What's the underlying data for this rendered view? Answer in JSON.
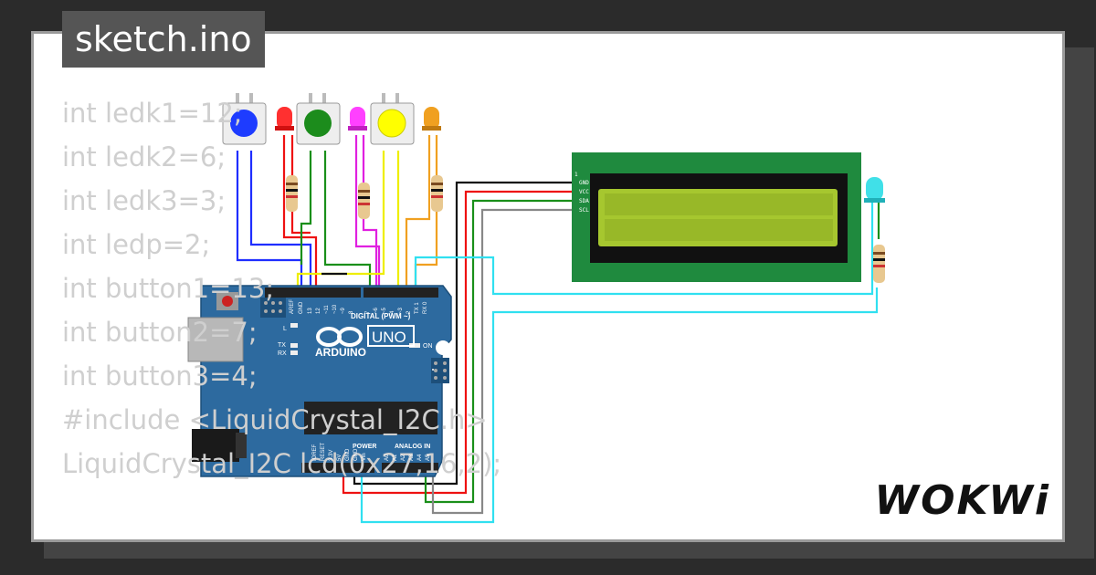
{
  "title": "sketch.ino",
  "code_lines": [
    "int ledk1=12;",
    "int ledk2=6;",
    "int ledk3=3;",
    "int ledp=2;",
    "int button1=13;",
    "int button2=7;",
    "int button3=4;",
    "#include <LiquidCrystal_I2C.h>",
    "LiquidCrystal_I2C lcd(0x27,16,2);"
  ],
  "logo": "WOKWi",
  "arduino": {
    "brand": "ARDUINO",
    "model": "UNO",
    "digital_label": "DIGITAL (PWM ~)",
    "power_label": "POWER",
    "analog_label": "ANALOG IN",
    "on_label": "ON",
    "l_label": "L",
    "tx_label": "TX",
    "rx_label": "RX",
    "aref_label": "AREF",
    "gnd_label": "GND",
    "power_pins": [
      "IOREF",
      "RESET",
      "3.3V",
      "5V",
      "GND",
      "GND",
      "Vin"
    ],
    "analog_pins": [
      "A0",
      "A1",
      "A2",
      "A3",
      "A4",
      "A5"
    ],
    "digital_pins": [
      "13",
      "12",
      "~11",
      "~10",
      "~9",
      "8",
      "7",
      "~6",
      "~5",
      "4",
      "~3",
      "2",
      "TX 1",
      "RX 0"
    ]
  },
  "lcd": {
    "pins": [
      "GND",
      "VCC",
      "SDA",
      "SCL"
    ]
  },
  "colors": {
    "background": "#2b2b2b",
    "card": "#ffffff",
    "board": "#2d6a9f",
    "lcd_pcb": "#1f8a3e",
    "lcd_screen": "#a6c72f",
    "button_blue": "#1e3cff",
    "button_green": "#1c8c1c",
    "button_yellow": "#ffff00",
    "led_red": "#ff3030",
    "led_magenta": "#ff40ff",
    "led_orange": "#f0a020",
    "led_cyan": "#40e0e8"
  }
}
